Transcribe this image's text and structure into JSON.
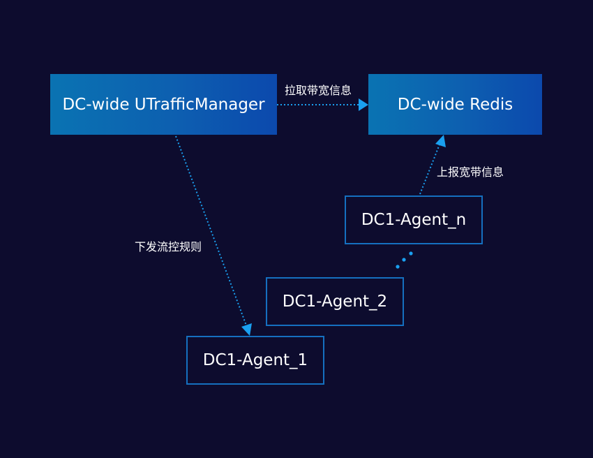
{
  "nodes": {
    "manager": "DC-wide UTrafficManager",
    "redis": "DC-wide Redis",
    "agent_n": "DC1-Agent_n",
    "agent_2": "DC1-Agent_2",
    "agent_1": "DC1-Agent_1"
  },
  "edges": {
    "pull_bandwidth": "拉取带宽信息",
    "report_bandwidth": "上报宽带信息",
    "push_rules": "下发流控规则"
  },
  "colors": {
    "background": "#0d0c2e",
    "box_fill_start": "#0a73b2",
    "box_fill_end": "#0c49ad",
    "box_outline": "#1570c0",
    "arrow": "#1aa0f0"
  }
}
